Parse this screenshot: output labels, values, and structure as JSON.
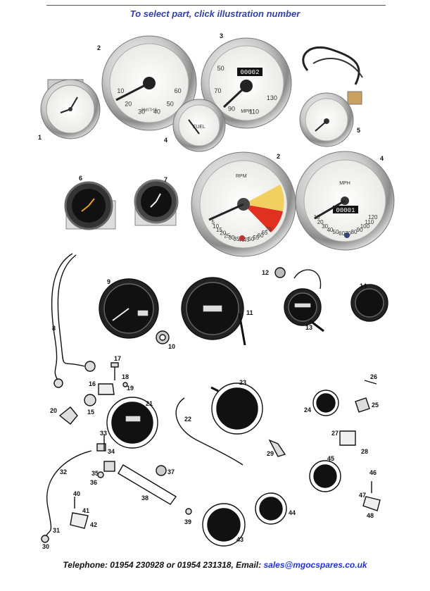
{
  "header": {
    "instruction": "To select part, click illustration number"
  },
  "footer": {
    "prefix": "Telephone: 01954 230928 or 01954 231318, Email: ",
    "email": "sales@mgocspares.co.uk"
  },
  "gauges": {
    "rpm_top": {
      "ticks": [
        "10",
        "20",
        "30",
        "40",
        "50",
        "60"
      ],
      "brand": "SMITHS"
    },
    "speedo_top": {
      "ticks": [
        "50",
        "70",
        "90",
        "110",
        "130"
      ],
      "odometer": "00002",
      "unit": "MPH"
    },
    "fuel": {
      "label": "FUEL"
    },
    "rpm_large": {
      "label": "RPM",
      "ticks": [
        "5",
        "10",
        "15",
        "20",
        "25",
        "30",
        "35",
        "40",
        "45",
        "50",
        "55",
        "60",
        "65",
        "70"
      ]
    },
    "speedo_large": {
      "label": "MPH",
      "ticks": [
        "10",
        "20",
        "30",
        "40",
        "50",
        "60",
        "70",
        "80",
        "90",
        "100",
        "110",
        "120"
      ],
      "odometer": "00001"
    }
  },
  "parts": [
    {
      "n": "1"
    },
    {
      "n": "2"
    },
    {
      "n": "3"
    },
    {
      "n": "4"
    },
    {
      "n": "5"
    },
    {
      "n": "2"
    },
    {
      "n": "4"
    },
    {
      "n": "6"
    },
    {
      "n": "7"
    },
    {
      "n": "8"
    },
    {
      "n": "9"
    },
    {
      "n": "10"
    },
    {
      "n": "11"
    },
    {
      "n": "12"
    },
    {
      "n": "13"
    },
    {
      "n": "14"
    },
    {
      "n": "15"
    },
    {
      "n": "16"
    },
    {
      "n": "17"
    },
    {
      "n": "18"
    },
    {
      "n": "19"
    },
    {
      "n": "20"
    },
    {
      "n": "21"
    },
    {
      "n": "22"
    },
    {
      "n": "23"
    },
    {
      "n": "24"
    },
    {
      "n": "25"
    },
    {
      "n": "26"
    },
    {
      "n": "27"
    },
    {
      "n": "28"
    },
    {
      "n": "29"
    },
    {
      "n": "30"
    },
    {
      "n": "31"
    },
    {
      "n": "32"
    },
    {
      "n": "33"
    },
    {
      "n": "34"
    },
    {
      "n": "35"
    },
    {
      "n": "36"
    },
    {
      "n": "37"
    },
    {
      "n": "38"
    },
    {
      "n": "39"
    },
    {
      "n": "40"
    },
    {
      "n": "41"
    },
    {
      "n": "42"
    },
    {
      "n": "43"
    },
    {
      "n": "44"
    },
    {
      "n": "45"
    },
    {
      "n": "46"
    },
    {
      "n": "47"
    },
    {
      "n": "48"
    }
  ]
}
